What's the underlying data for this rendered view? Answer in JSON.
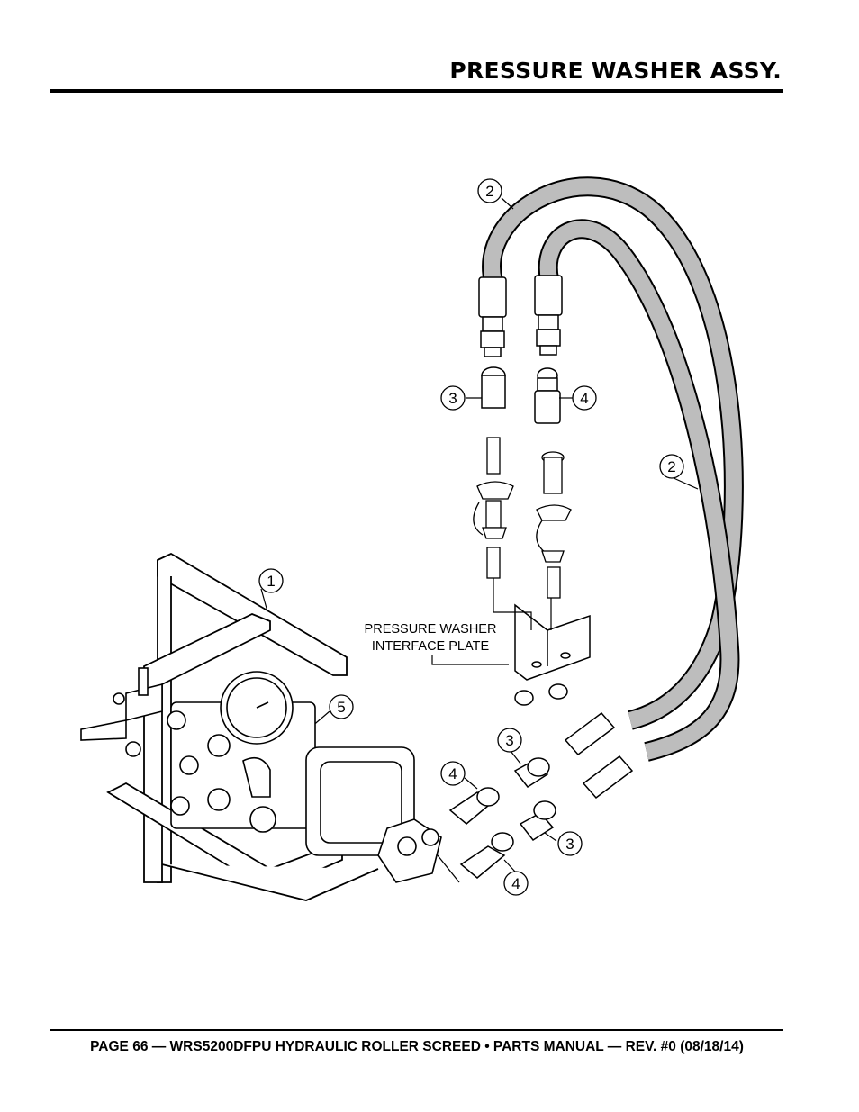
{
  "header": {
    "title": "PRESSURE WASHER ASSY."
  },
  "diagram": {
    "plate_label_line1": "PRESSURE WASHER",
    "plate_label_line2": "INTERFACE PLATE",
    "callouts": {
      "c1": "1",
      "c2a": "2",
      "c2b": "2",
      "c3a": "3",
      "c3b": "3",
      "c3c": "3",
      "c4a": "4",
      "c4b": "4",
      "c4c": "4",
      "c5": "5"
    }
  },
  "footer": {
    "text": "PAGE 66 — WRS5200DFPU HYDRAULIC ROLLER SCREED • PARTS MANUAL  — REV. #0 (08/18/14)"
  }
}
